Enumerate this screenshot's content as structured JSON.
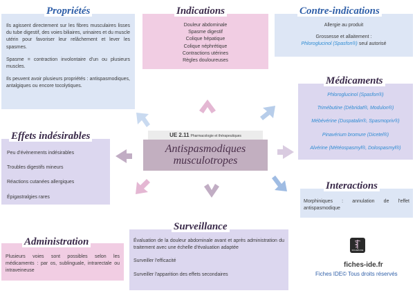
{
  "proprietes": {
    "title": "Propriétés",
    "p1": "Ils agissent directement sur les fibres musculaires lisses du tube digestif, des voies biliaires, urinaires et du muscle utérin pour favoriser leur relâchement et lever les spasmes.",
    "p2": "Spasme = contraction involontaire d'un ou plusieurs muscles.",
    "p3": "Ils peuvent avoir plusieurs propriétés : antispasmodiques, antalgiques ou encore tocolytiques."
  },
  "indications": {
    "title": "Indications",
    "items": [
      "Douleur abdominale",
      "Spasme digestif",
      "Colique hépatique",
      "Colique néphrétique",
      "Contractions utérines",
      "Règles douloureuses"
    ]
  },
  "contre_indications": {
    "title": "Contre-indications",
    "line1": "Allergie au produit",
    "line2": "Grossesse et allaitement :",
    "line3_drug": "Phloroglucinol (Spasfon®)",
    "line3_rest": " seul autorisé"
  },
  "medicaments": {
    "title": "Médicaments",
    "items": [
      "Phloroglucinol (Spasfon®)",
      "Trimébutine (Débridat®, Modulon®)",
      "Mébévérine (Duspatalin®, Spasmopriv®)",
      "Pinavérium bromure (Dicetel®)",
      "Alvérine (Météospasmyl®, Dolospasmyl®)"
    ]
  },
  "effets": {
    "title": "Effets indésirables",
    "items": [
      "Peu d'évènements indésirables",
      "Troubles digestifs mineurs",
      "Réactions cutanées allergiques",
      "Épigastralgies rares"
    ]
  },
  "center": {
    "ue_code": "UE 2.11",
    "ue_label": "Pharmacologie et thérapeutiques",
    "title_line1": "Antispasmodiques",
    "title_line2": "musculotropes"
  },
  "interactions": {
    "title": "Interactions",
    "text": "Morphiniques : annulation de l'effet antispasmodique"
  },
  "surveillance": {
    "title": "Surveillance",
    "items": [
      "Évaluation de la douleur abdominale avant et après administration du traitement avec une échelle d'évaluation adaptée",
      "Surveiller l'efficacité",
      "Surveiller l'apparition des effets secondaires"
    ]
  },
  "administration": {
    "title": "Administration",
    "text": "Plusieurs voies sont possibles selon les médicaments : par os, sublinguale, intrarectale ou intraveineuse"
  },
  "footer": {
    "logo_text": "FICHES IDE",
    "site": "fiches-ide.fr",
    "copyright": "Fiches IDE© Tous droits réservés"
  },
  "colors": {
    "lilac": "#dcd7ef",
    "pink": "#f1cde3",
    "light_blue": "#dde6f5",
    "mauve": "#c2afc0",
    "arrow_pink": "#e4b7d3",
    "arrow_blue": "#b7cdea",
    "arrow_mauve": "#c1adc4",
    "title_blue": "#2f5fa8",
    "drug_blue": "#2e8bd2"
  }
}
